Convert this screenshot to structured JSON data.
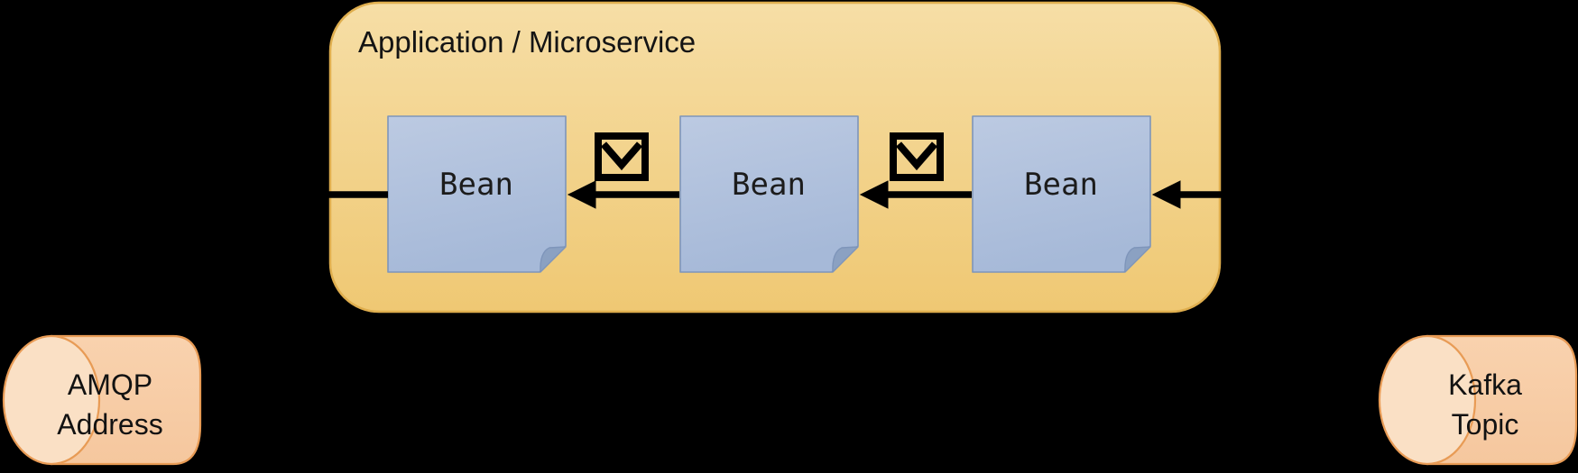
{
  "diagram": {
    "application": {
      "title": "Application / Microservice",
      "beans": [
        {
          "label": "Bean"
        },
        {
          "label": "Bean"
        },
        {
          "label": "Bean"
        }
      ]
    },
    "endpoints": {
      "amqp": {
        "line1": "AMQP",
        "line2": "Address"
      },
      "kafka": {
        "line1": "Kafka",
        "line2": "Topic"
      }
    },
    "icons": {
      "message": "envelope-in-square"
    },
    "flow": {
      "direction": "right-to-left",
      "arrow_color": "#000000"
    },
    "colors": {
      "background": "#000000",
      "app_box_fill_top": "#F6DEA6",
      "app_box_fill_bottom": "#EFC873",
      "app_box_border": "#DFAE4E",
      "bean_fill_top": "#BCCAE2",
      "bean_fill_bottom": "#A6B9D8",
      "bean_border": "#7E95BA",
      "bean_fold": "#8BA1C2",
      "cylinder_fill": "#F7CBA5",
      "cylinder_face": "#FAE0C5",
      "cylinder_border": "#E89B55"
    }
  }
}
